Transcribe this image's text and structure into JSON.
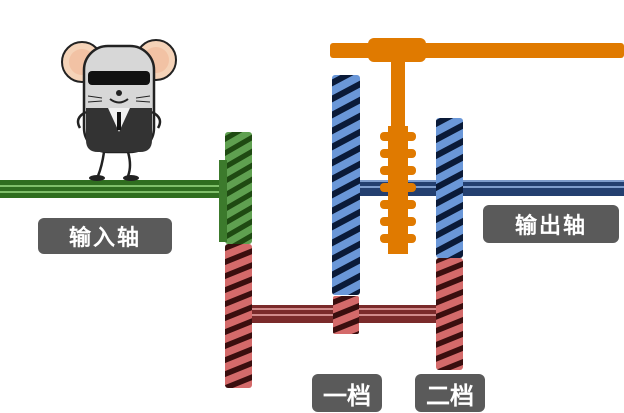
{
  "labels": {
    "input_shaft": "输入轴",
    "output_shaft": "输出轴",
    "gear_first": "一档",
    "gear_second": "二档"
  },
  "colors": {
    "input_shaft": "#2f6e1f",
    "input_gear": "#5fa050",
    "countershaft": "#7a2a2a",
    "counter_gear": "#d46a6a",
    "output_shaft": "#233f70",
    "output_gear": "#6a97d8",
    "selector": "#e07a00",
    "label_bg": "#5a5a5a"
  },
  "icons": {
    "mascot": "mouse-with-sunglasses-icon"
  }
}
